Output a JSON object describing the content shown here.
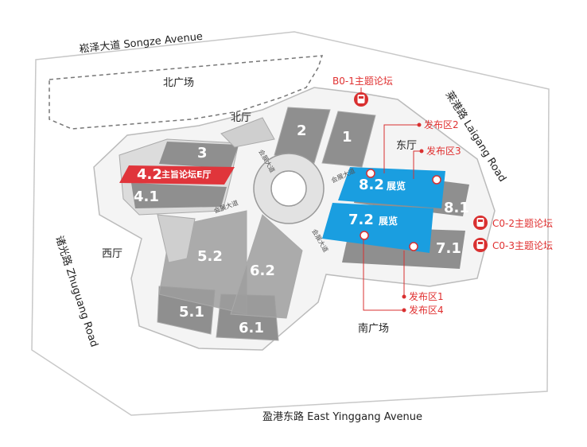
{
  "roads": {
    "north": "崧泽大道 Songze Avenue",
    "east": "莱港路 Laigang Road",
    "west": "诸光路 Zhuguang Road",
    "south": "盈港东路 East Yinggang Avenue"
  },
  "areas": {
    "north_plaza": "北广场",
    "north_hall": "北厅",
    "east_hall": "东厅",
    "west_hall": "西厅",
    "south_plaza": "南广场",
    "avenue_label": "会展大道"
  },
  "halls": {
    "h2": "2",
    "h1": "1",
    "h3": "3",
    "h42": "4.2",
    "h42_sub": "主旨论坛E厅",
    "h41": "4.1",
    "h52": "5.2",
    "h62": "6.2",
    "h51": "5.1",
    "h61": "6.1",
    "h82": "8.2",
    "h82_sub": "展览",
    "h72": "7.2",
    "h72_sub": "展览",
    "h81": "8.1",
    "h71": "7.1"
  },
  "forums": {
    "b0_1": "B0-1主题论坛",
    "c0_2": "C0-2主题论坛",
    "c0_3": "C0-3主题论坛"
  },
  "release_zones": {
    "z1": "发布区1",
    "z2": "发布区2",
    "z3": "发布区3",
    "z4": "发布区4"
  },
  "colors": {
    "red": "#e03030",
    "blue": "#1a9ee0",
    "gray": "#8f8f8f"
  }
}
